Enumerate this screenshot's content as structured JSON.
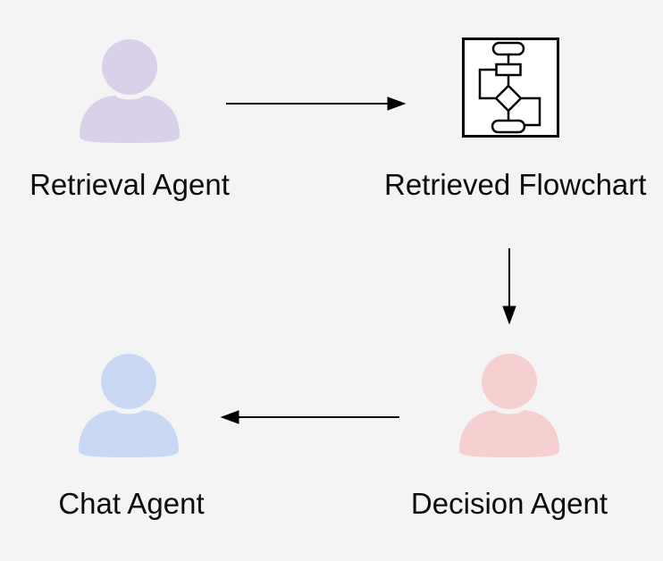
{
  "diagram": {
    "background_color": "#f5f4f5",
    "line_color": "#000000",
    "text_color": "#0d0d0d",
    "nodes": [
      {
        "id": "retrieval-agent",
        "label": "Retrieval Agent",
        "icon": "person-icon",
        "color": "#d9d1e9"
      },
      {
        "id": "retrieved-flowchart",
        "label": "Retrieved Flowchart",
        "icon": "flowchart-icon",
        "color": "#ffffff"
      },
      {
        "id": "decision-agent",
        "label": "Decision Agent",
        "icon": "person-icon",
        "color": "#f6cfd0"
      },
      {
        "id": "chat-agent",
        "label": "Chat Agent",
        "icon": "person-icon",
        "color": "#c9d9f4"
      }
    ],
    "edges": [
      {
        "from": "retrieval-agent",
        "to": "retrieved-flowchart",
        "direction": "right"
      },
      {
        "from": "retrieved-flowchart",
        "to": "decision-agent",
        "direction": "down"
      },
      {
        "from": "decision-agent",
        "to": "chat-agent",
        "direction": "left"
      }
    ]
  }
}
